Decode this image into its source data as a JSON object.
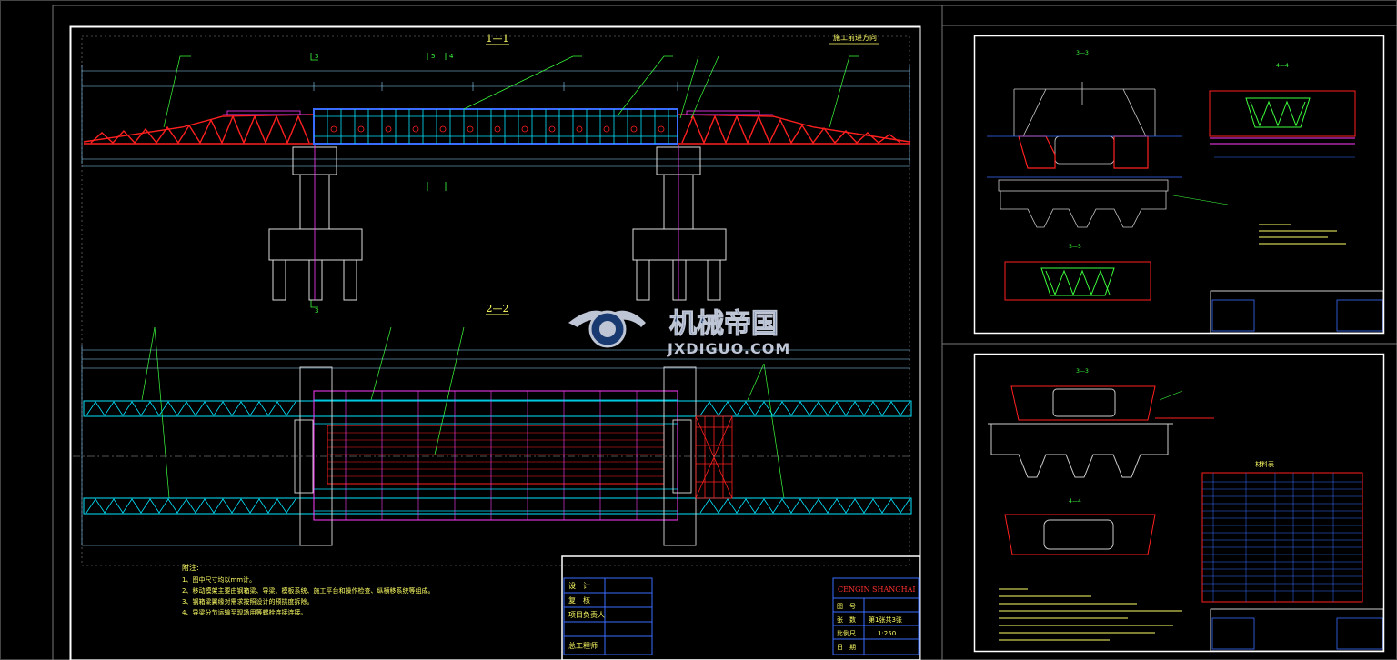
{
  "sheet1": {
    "section_top": "1—1",
    "section_bottom": "2—2",
    "direction_label": "施工前进方向",
    "cut_labels": [
      "3",
      "5",
      "4",
      "3"
    ],
    "notes": {
      "title": "附注:",
      "items": [
        "1、图中尺寸均以mm计。",
        "2、移动模架主要由钢箱梁、导梁、模板系统、施工平台和操作检查、纵横移系统等组成。",
        "3、钢箱梁翼缘对需求按照设计的预拱度拆除。",
        "4、导梁分节运输至现场用等螺栓连接连接。"
      ]
    },
    "title_block": {
      "rows": [
        "设　计",
        "复　核",
        "项目负责人"
      ],
      "last_row": "总工程师",
      "company": "CENGIN SHANGHAI",
      "fields": [
        {
          "label": "图　号",
          "value": ""
        },
        {
          "label": "张　数",
          "value": "第1张共3张"
        },
        {
          "label": "比例尺",
          "value": "1:250"
        },
        {
          "label": "日　期",
          "value": ""
        }
      ]
    }
  },
  "sheet2": {
    "views": [
      "3—3",
      "4—4",
      "5—5"
    ]
  },
  "sheet3": {
    "views": [
      "3—3",
      "4—4"
    ],
    "table_title": "材料表"
  },
  "watermark": {
    "text_cn": "机械帝国",
    "text_en": "JXDIGUO.COM"
  },
  "colors": {
    "background": "#000000",
    "frame": "#ffffff",
    "truss_red": "#ff2020",
    "girder_blue": "#3a6cff",
    "cyan": "#00e5ff",
    "magenta": "#ff3cff",
    "green": "#3cff3c",
    "yellow": "#ffff66"
  }
}
